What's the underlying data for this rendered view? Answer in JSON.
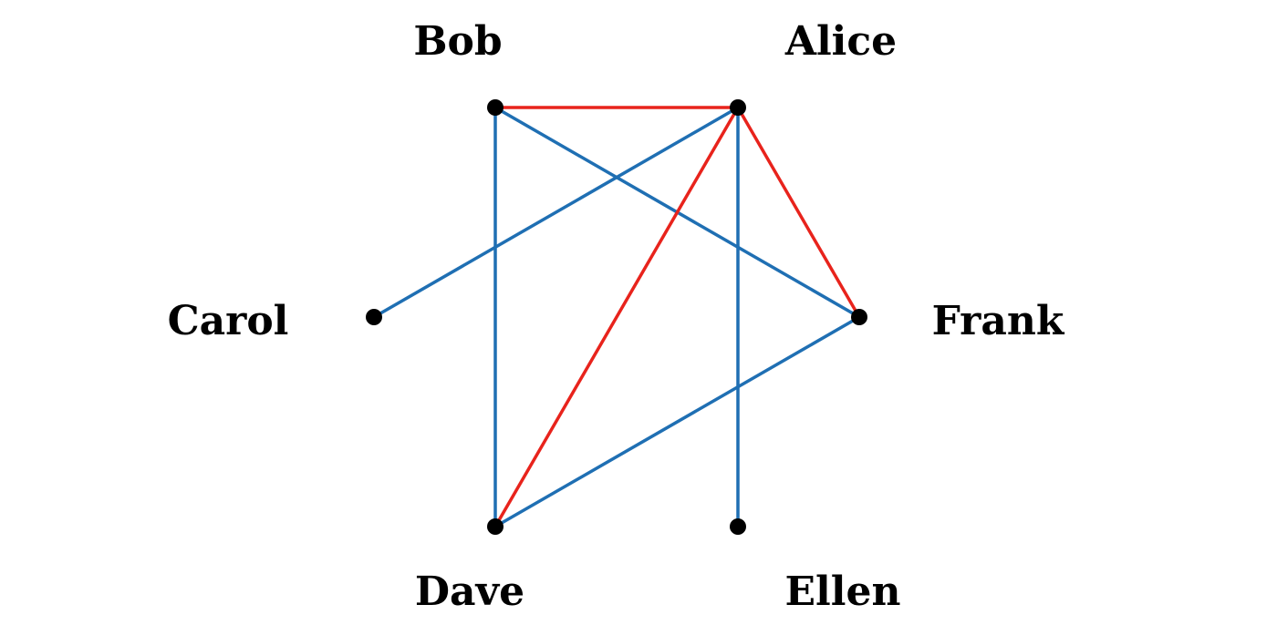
{
  "graph": {
    "nodes": [
      {
        "id": "bob",
        "label": "Bob"
      },
      {
        "id": "alice",
        "label": "Alice"
      },
      {
        "id": "carol",
        "label": "Carol"
      },
      {
        "id": "frank",
        "label": "Frank"
      },
      {
        "id": "dave",
        "label": "Dave"
      },
      {
        "id": "ellen",
        "label": "Ellen"
      }
    ],
    "edges": [
      {
        "from": "bob",
        "to": "alice",
        "color": "red"
      },
      {
        "from": "alice",
        "to": "dave",
        "color": "red"
      },
      {
        "from": "alice",
        "to": "frank",
        "color": "red"
      },
      {
        "from": "bob",
        "to": "dave",
        "color": "blue"
      },
      {
        "from": "bob",
        "to": "frank",
        "color": "blue"
      },
      {
        "from": "alice",
        "to": "carol",
        "color": "blue"
      },
      {
        "from": "alice",
        "to": "ellen",
        "color": "blue"
      },
      {
        "from": "frank",
        "to": "dave",
        "color": "blue"
      }
    ]
  },
  "colors": {
    "red": "#e8231c",
    "blue": "#1f6fb3",
    "node": "#000000",
    "background": "#ffffff"
  }
}
